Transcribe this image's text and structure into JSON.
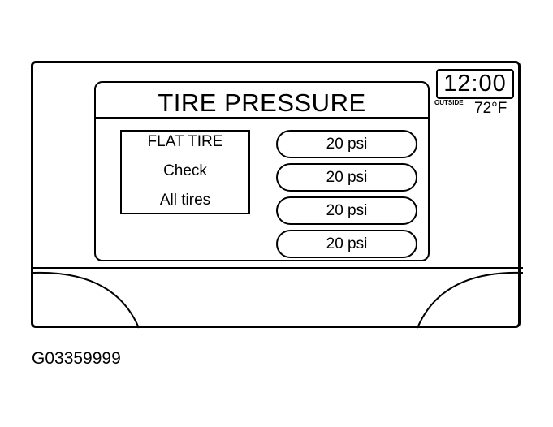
{
  "screen": {
    "title": "TIRE PRESSURE",
    "warning": {
      "line1": "FLAT TIRE",
      "line2": "Check",
      "line3": "All tires"
    },
    "tires": [
      {
        "pressure": "20 psi"
      },
      {
        "pressure": "20 psi"
      },
      {
        "pressure": "20 psi"
      },
      {
        "pressure": "20 psi"
      }
    ]
  },
  "clock": {
    "time": "12:00",
    "outside_label": "OUTSIDE",
    "outside_temp": "72°F"
  },
  "figure": {
    "code": "G03359999"
  }
}
